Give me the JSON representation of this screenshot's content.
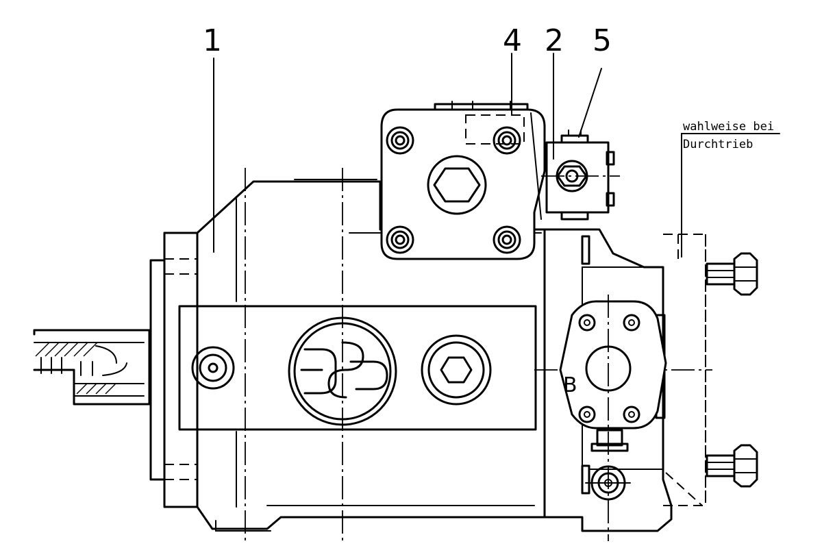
{
  "callouts": [
    {
      "id": "1",
      "label": "1"
    },
    {
      "id": "4",
      "label": "4"
    },
    {
      "id": "2",
      "label": "2"
    },
    {
      "id": "5",
      "label": "5"
    }
  ],
  "note": {
    "line1": "wahlweise bei",
    "line2": "Durchtrieb"
  },
  "port_label": "B"
}
